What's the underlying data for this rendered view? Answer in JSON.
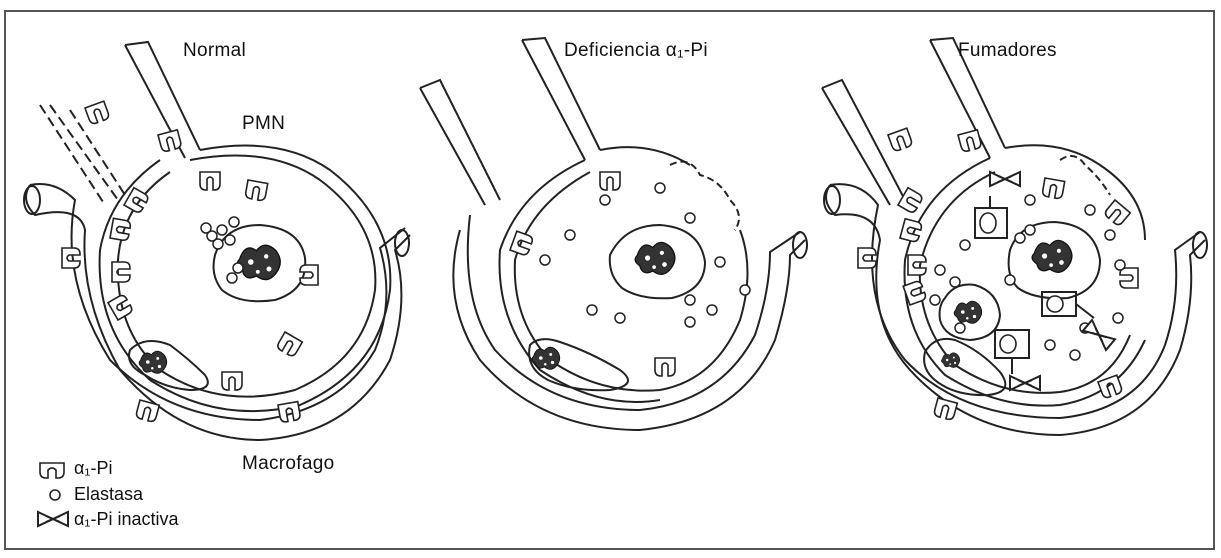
{
  "panels": {
    "normal": {
      "title": "Normal",
      "pmn_label": "PMN",
      "macrophage_label": "Macrofago"
    },
    "deficiency": {
      "title": "Deficiencia α₁-Pi"
    },
    "smokers": {
      "title": "Fumadores"
    }
  },
  "legend": {
    "pi_label": "α₁-Pi",
    "elastase_label": "Elastasa",
    "inactive_label": "α₁-Pi inactiva"
  },
  "colors": {
    "ink": "#222222",
    "frame": "#555555",
    "background": "#ffffff"
  },
  "icons": {
    "pi": "alpha1-pi-cup-icon",
    "elastase": "elastase-circle-icon",
    "inactive": "inactive-pi-bowtie-icon"
  }
}
